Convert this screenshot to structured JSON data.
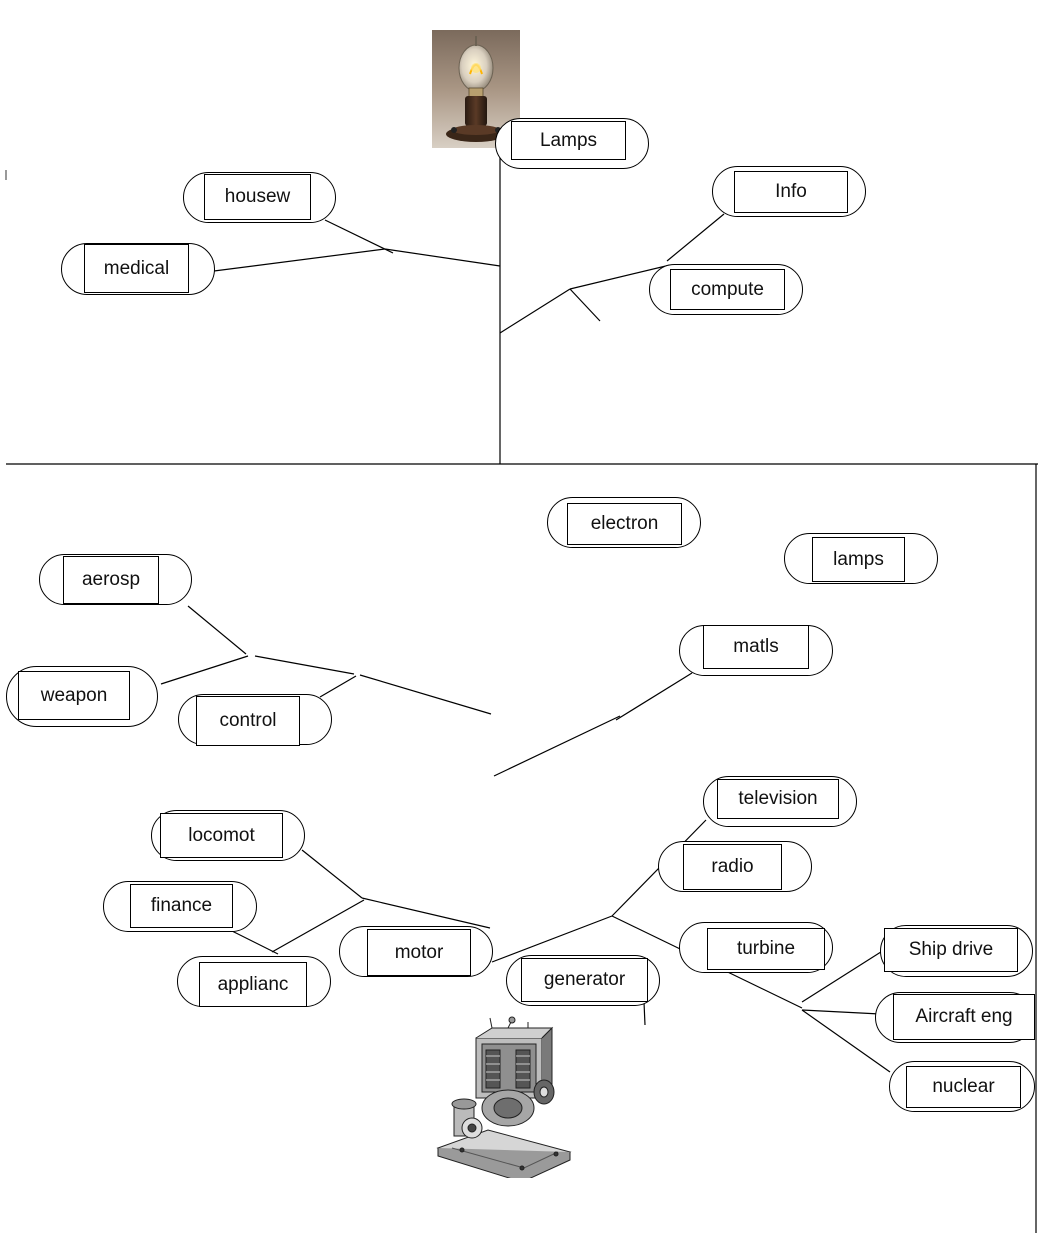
{
  "nodes": [
    {
      "id": "lamps-top",
      "label": "Lamps"
    },
    {
      "id": "housew",
      "label": "housew"
    },
    {
      "id": "medical",
      "label": "medical"
    },
    {
      "id": "info",
      "label": "Info"
    },
    {
      "id": "compute",
      "label": "compute"
    },
    {
      "id": "electron",
      "label": "electron"
    },
    {
      "id": "lamps",
      "label": "lamps"
    },
    {
      "id": "aerosp",
      "label": "aerosp"
    },
    {
      "id": "weapon",
      "label": "weapon"
    },
    {
      "id": "control",
      "label": "control"
    },
    {
      "id": "matls",
      "label": "matls"
    },
    {
      "id": "television",
      "label": "television"
    },
    {
      "id": "radio",
      "label": "radio"
    },
    {
      "id": "locomot",
      "label": "locomot"
    },
    {
      "id": "finance",
      "label": "finance"
    },
    {
      "id": "motor",
      "label": "motor"
    },
    {
      "id": "applianc",
      "label": "applianc"
    },
    {
      "id": "generator",
      "label": "generator"
    },
    {
      "id": "turbine",
      "label": "turbine"
    },
    {
      "id": "ship-drive",
      "label": "Ship drive"
    },
    {
      "id": "aircraft-eng",
      "label": "Aircraft eng"
    },
    {
      "id": "nuclear",
      "label": "nuclear"
    }
  ],
  "images": [
    {
      "id": "light-bulb",
      "icon": "edison-light-bulb-icon"
    },
    {
      "id": "dynamo",
      "icon": "electric-generator-dynamo-icon"
    }
  ]
}
